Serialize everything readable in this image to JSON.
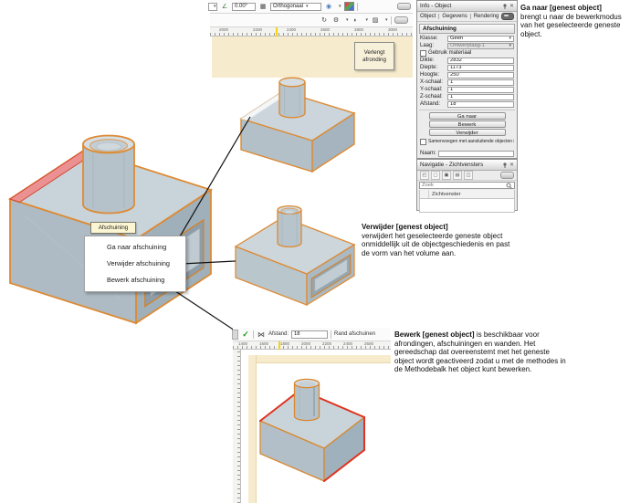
{
  "top_toolbar": {
    "angle_value": "0.00°",
    "projection_select": "Orthogonaal",
    "ruler_numbers": [
      "2000",
      "2200",
      "2400",
      "2600",
      "2800",
      "3000"
    ],
    "extend_tooltip": "Verlengt afronding"
  },
  "info_palette": {
    "title": "Info - Object",
    "tabs": [
      "Object",
      "Gegevens",
      "Rendering"
    ],
    "section_header": "Afschuining",
    "klasse_label": "Klasse:",
    "klasse_value": "Geen",
    "laag_label": "Laag:",
    "laag_value": "Ontwerplaag-1",
    "material_checkbox_label": "Gebruik materiaal",
    "dim_fields": [
      {
        "label": "Dikte:",
        "value": "2832"
      },
      {
        "label": "Diepte:",
        "value": "1173"
      },
      {
        "label": "Hoogte:",
        "value": "250"
      },
      {
        "label": "X-schaal:",
        "value": "1"
      },
      {
        "label": "Y-schaal:",
        "value": "1"
      },
      {
        "label": "Z-schaal:",
        "value": "1"
      },
      {
        "label": "Afstand:",
        "value": "18"
      }
    ],
    "action_buttons": [
      "Ga naar",
      "Bewerk",
      "Verwijder"
    ],
    "merge_checkbox_label": "Samenvoegen met aansluitende objecten in sneden",
    "name_label": "Naam:"
  },
  "nav_palette": {
    "title": "Navigatie - Zichtvensters",
    "search_placeholder": "Zoek",
    "column_header": "Zichtvenster"
  },
  "scene": {
    "object_tag": "Afschuining",
    "context_menu_items": [
      "Ga naar afschuining",
      "Verwijder afschuining",
      "Bewerk afschuining"
    ]
  },
  "bottom_toolbar": {
    "distance_label": "Afstand:",
    "distance_value": "18",
    "mode_label": "Rand afschuinen",
    "ruler_numbers": [
      "1400",
      "1600",
      "1800",
      "2000",
      "2200",
      "2400",
      "2600"
    ]
  },
  "annotations": {
    "goto_title": "Ga naar [genest object]",
    "goto_body": "brengt u naar de bewerkmodus van het geselecteerde geneste object.",
    "remove_title": "Verwijder [genest object]",
    "remove_body": "verwijdert het geselecteerde geneste object onmiddellijk uit de objectgeschiedenis en past de vorm van het volume aan.",
    "edit_title": "Bewerk [genest object]",
    "edit_body": "is beschikbaar voor afrondingen, afschuiningen en wanden. Het gereedschap dat overeenstemt met het geneste object wordt geactiveerd zodat u met de methodes in de Methodebalk het object kunt bewerken."
  },
  "icon_glyphs": {
    "dropdown": "▾",
    "close": "✕",
    "check": "✓",
    "angle": "∠",
    "grid": "▦",
    "sphere": "◉",
    "flyover": "↻",
    "gear": "⚙",
    "halfsphere": "◐",
    "clip": "▨",
    "chamfer": "⋈",
    "nav": [
      "◰",
      "▢",
      "▣",
      "▤",
      "◫"
    ]
  },
  "colors": {
    "edge_orange": "#dd8a33",
    "chamfer_red": "#ec9191",
    "selection_red": "#e03220",
    "page_cream": "#f6ebcd"
  }
}
